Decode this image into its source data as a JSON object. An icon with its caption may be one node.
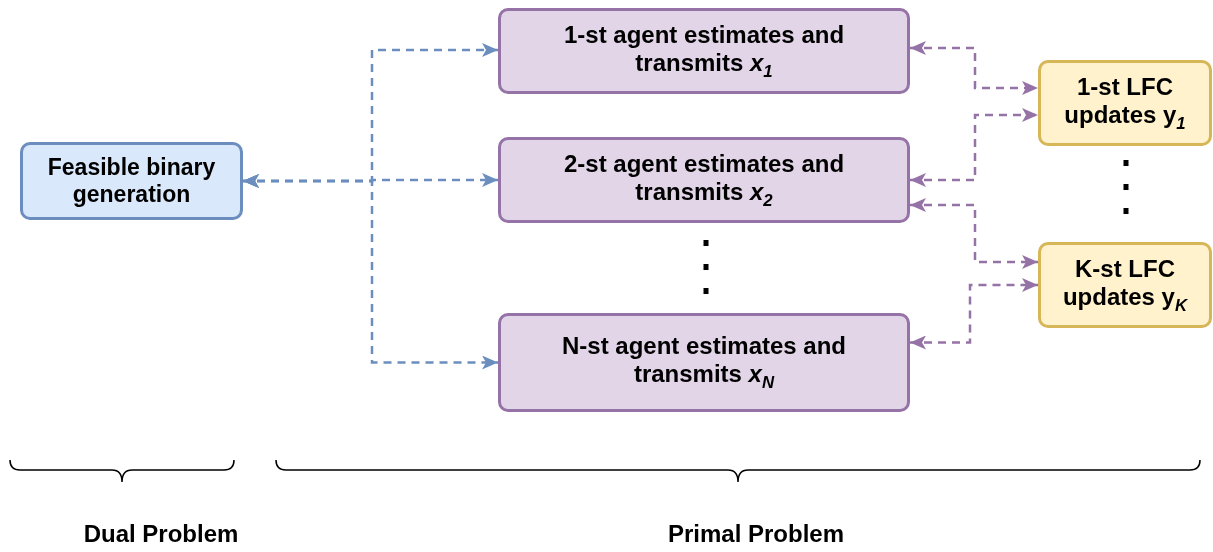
{
  "diagram": {
    "nodes": [
      {
        "text": [
          "Feasible binary generation"
        ]
      },
      {
        "text": [
          "1-st agent estimates and transmits *x*$_{1}$"
        ]
      },
      {
        "text": [
          "2-st agent estimates and transmits *x*$_{2}$"
        ]
      },
      {
        "text": [
          "N-st agent estimates and transmits *x*$_{N}$"
        ]
      },
      {
        "text": [
          "1-st LFC updates y$_{1}$"
        ]
      },
      {
        "text": [
          "K-st LFC updates y$_{K}$"
        ]
      }
    ],
    "edges": [
      {
        "from": 0,
        "to": 1,
        "arrow": "both",
        "style": "dashed",
        "color": "#6c8ebf"
      },
      {
        "from": 0,
        "to": 2,
        "arrow": "both",
        "style": "dashed",
        "color": "#6c8ebf"
      },
      {
        "from": 0,
        "to": 3,
        "arrow": "both",
        "style": "dashed",
        "color": "#6c8ebf"
      },
      {
        "from": 1,
        "to": 4,
        "arrow": "both",
        "style": "dashed",
        "color": "#9673a6"
      },
      {
        "from": 2,
        "to": 4,
        "arrow": "both",
        "style": "dashed",
        "color": "#9673a6"
      },
      {
        "from": 2,
        "to": 5,
        "arrow": "both",
        "style": "dashed",
        "color": "#9673a6"
      },
      {
        "from": 3,
        "to": 5,
        "arrow": "both",
        "style": "dashed",
        "color": "#9673a6"
      }
    ],
    "labels": [
      "Dual Problem",
      "Primal Problem"
    ]
  }
}
